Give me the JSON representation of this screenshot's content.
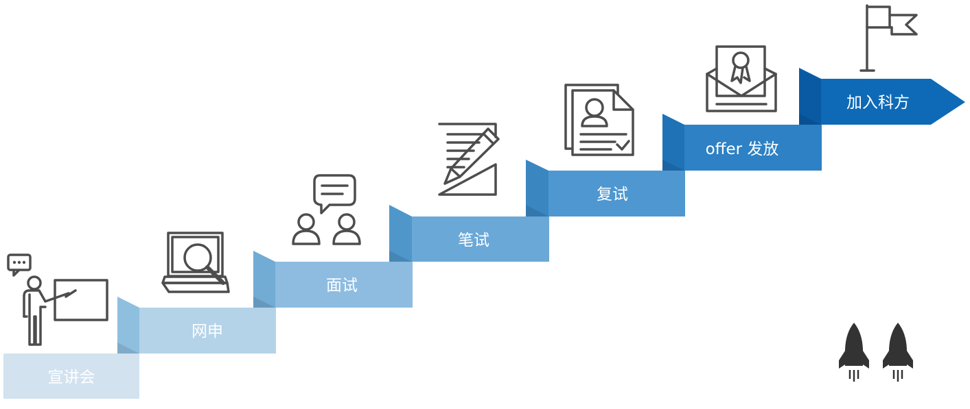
{
  "diagram": {
    "steps": [
      {
        "label": "宣讲会",
        "color": "#d2e2ef",
        "fold": "#ffffff"
      },
      {
        "label": "网申",
        "color": "#b4d3e9",
        "fold": "#8fbfdf"
      },
      {
        "label": "面试",
        "color": "#8dbce0",
        "fold": "#72abd4"
      },
      {
        "label": "笔试",
        "color": "#6aa8d7",
        "fold": "#4f97ca"
      },
      {
        "label": "复试",
        "color": "#4e97d0",
        "fold": "#3a86c1"
      },
      {
        "label": "offer 发放",
        "color": "#2d81c4",
        "fold": "#1e72b5"
      },
      {
        "label": "加入科方",
        "color": "#0e6ab7",
        "fold": "#0a5aa3"
      }
    ],
    "icons": [
      "presenter-icon",
      "laptop-search-icon",
      "chat-people-icon",
      "pencil-document-icon",
      "resume-check-icon",
      "certificate-envelope-icon",
      "flag-icon"
    ],
    "decorations": [
      "rocket-icon",
      "rocket-icon"
    ]
  }
}
